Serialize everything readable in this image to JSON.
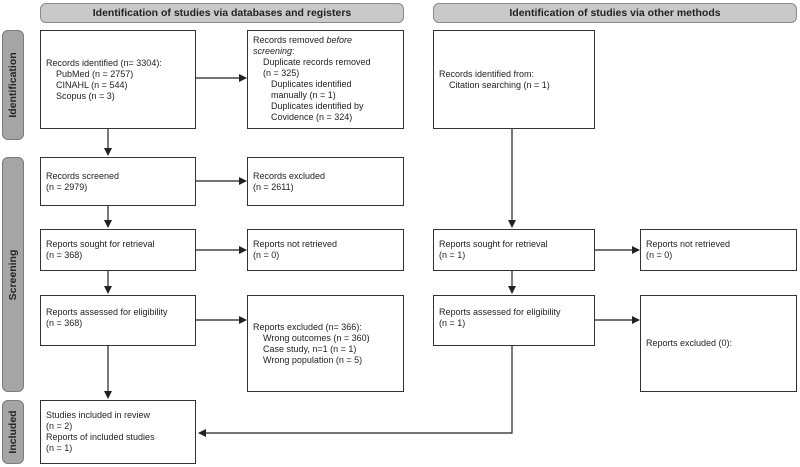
{
  "headers": {
    "databases": "Identification of studies via databases and registers",
    "other": "Identification of studies via other methods"
  },
  "phases": {
    "identification": "Identification",
    "screening": "Screening",
    "included": "Included"
  },
  "boxes": {
    "records_identified": {
      "title": "Records identified (n= 3304):",
      "pubmed": "PubMed (n = 2757)",
      "cinahl": "CINAHL (n = 544)",
      "scopus": "Scopus (n = 3)"
    },
    "records_removed": {
      "title_a": "Records removed ",
      "title_b": "before",
      "title_c": "screening",
      "title_d": ":",
      "dup": "Duplicate records removed",
      "dup_n": "(n = 325)",
      "manual_a": "Duplicates identified",
      "manual_b": "manually (n = 1)",
      "cov_a": "Duplicates identified by",
      "cov_b": "Covidence (n = 324)"
    },
    "other_identified": {
      "title": "Records identified from:",
      "citation": "Citation searching (n = 1)"
    },
    "records_screened": {
      "title": "Records screened",
      "n": "(n = 2979)"
    },
    "records_excluded": {
      "title": "Records excluded",
      "n": "(n = 2611)"
    },
    "sought_db": {
      "title": "Reports sought for retrieval",
      "n": "(n = 368)"
    },
    "not_retrieved_db": {
      "title": "Reports not retrieved",
      "n": "(n = 0)"
    },
    "sought_other": {
      "title": "Reports sought for retrieval",
      "n": "(n = 1)"
    },
    "not_retrieved_other": {
      "title": "Reports not retrieved",
      "n": "(n = 0)"
    },
    "assessed_db": {
      "title": "Reports assessed for eligibility",
      "n": "(n = 368)"
    },
    "excluded_db": {
      "title": "Reports excluded (n= 366):",
      "wrong_outcomes": "Wrong outcomes (n = 360)",
      "case_study": "Case study, n=1 (n = 1)",
      "wrong_population": "Wrong population (n = 5)"
    },
    "assessed_other": {
      "title": "Reports assessed for eligibility",
      "n": "(n = 1)"
    },
    "excluded_other": {
      "title": "Reports excluded (0):"
    },
    "included": {
      "title": "Studies included in review",
      "n": "(n = 2)",
      "reports": "Reports of included studies",
      "reports_n": "(n = 1)"
    }
  }
}
